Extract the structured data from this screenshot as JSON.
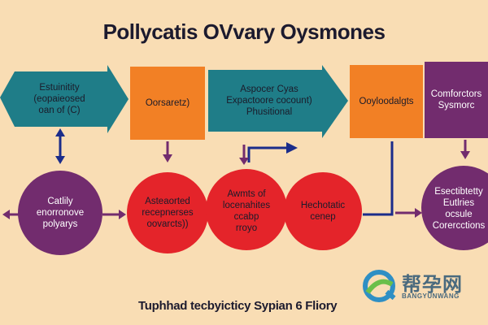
{
  "title": "Pollycatis  OVvary Oysmones",
  "caption": "Tuphhad tecbyicticy Sypian 6 Fliory",
  "colors": {
    "background": "#f9ddb4",
    "teal": "#1f7d88",
    "orange": "#f28025",
    "purple": "#722c6e",
    "red": "#e4242a",
    "navy": "#1b2c8a"
  },
  "nodes": {
    "teal_arrow_left": {
      "lines": [
        "Estuinitity",
        "(eopaieosed",
        "oan of (C)"
      ]
    },
    "orange_box_left": {
      "lines": [
        "Oorsaretz)"
      ]
    },
    "teal_arrow_mid": {
      "lines": [
        "Aspocer Cyas",
        "Expactoore cocount)",
        "Phusitional"
      ]
    },
    "orange_box_right": {
      "lines": [
        "Ooyloodalgts"
      ]
    },
    "purple_box_right": {
      "lines": [
        "Comforctors",
        "Sysmorc"
      ]
    },
    "purple_circle_left": {
      "lines": [
        "Catlily",
        "enorronove",
        "polyarys"
      ]
    },
    "red_circle_1": {
      "lines": [
        "Asteaorted",
        "recepnerses",
        "oovarcts))"
      ]
    },
    "red_circle_2": {
      "lines": [
        "Awmts of",
        "locenahites",
        "ccabp",
        "rroyo"
      ]
    },
    "red_circle_3": {
      "lines": [
        "Hechotatic",
        "cenep"
      ]
    },
    "purple_circle_right": {
      "lines": [
        "Esectibtetty",
        "Eutlries",
        "ocsule",
        "Corercctions"
      ]
    }
  },
  "logo": {
    "icon": "bangyunwang-logo-icon",
    "cn": "帮孕网",
    "en": "BANGYUNWANG"
  }
}
